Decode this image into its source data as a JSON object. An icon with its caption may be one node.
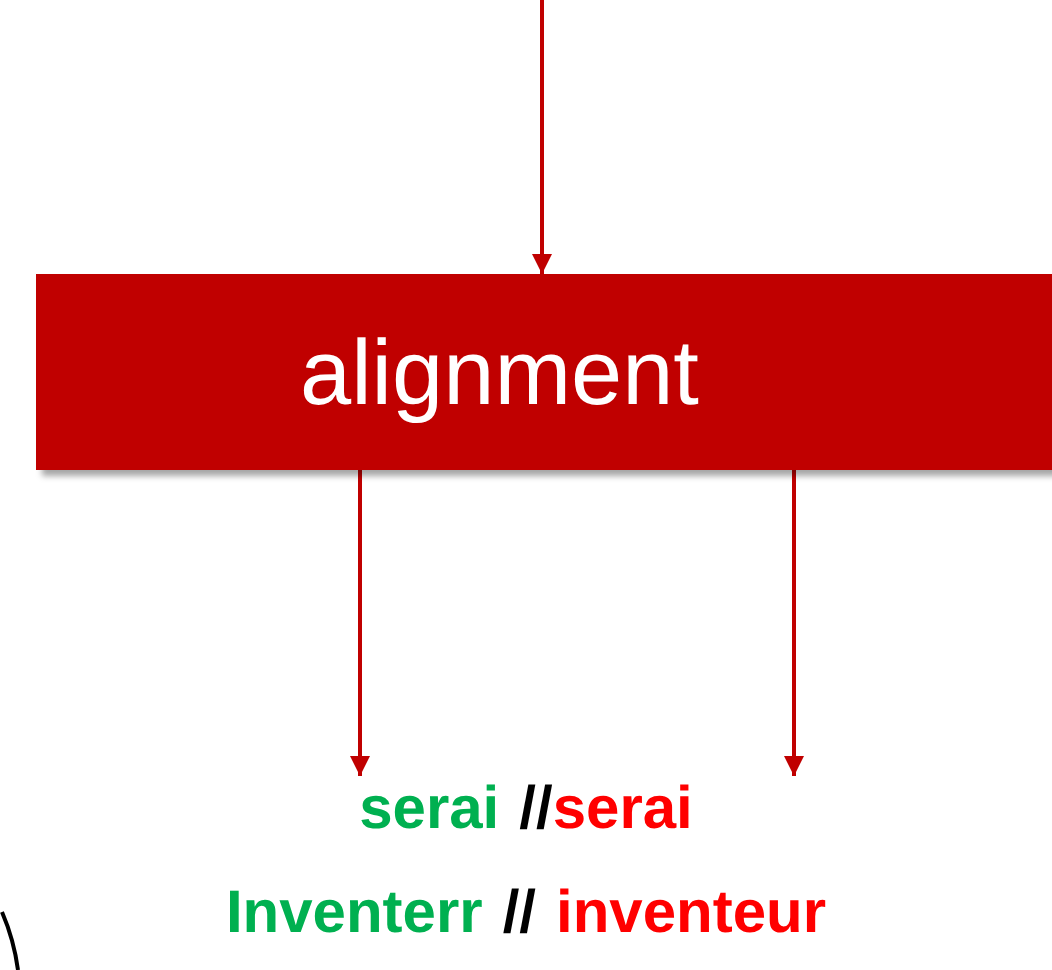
{
  "diagram": {
    "nodes": [
      {
        "text": [
          "alignment"
        ]
      },
      {
        "text": [
          "serai"
        ]
      },
      {
        "text": [
          "serai"
        ]
      }
    ],
    "edges": [
      {
        "from": null,
        "to": 0,
        "arrow": "to"
      },
      {
        "from": 0,
        "to": 1,
        "arrow": "to"
      },
      {
        "from": 0,
        "to": 2,
        "arrow": "to"
      }
    ],
    "labels": [
      "//",
      "Inventerr",
      "//",
      "inventeur"
    ]
  }
}
